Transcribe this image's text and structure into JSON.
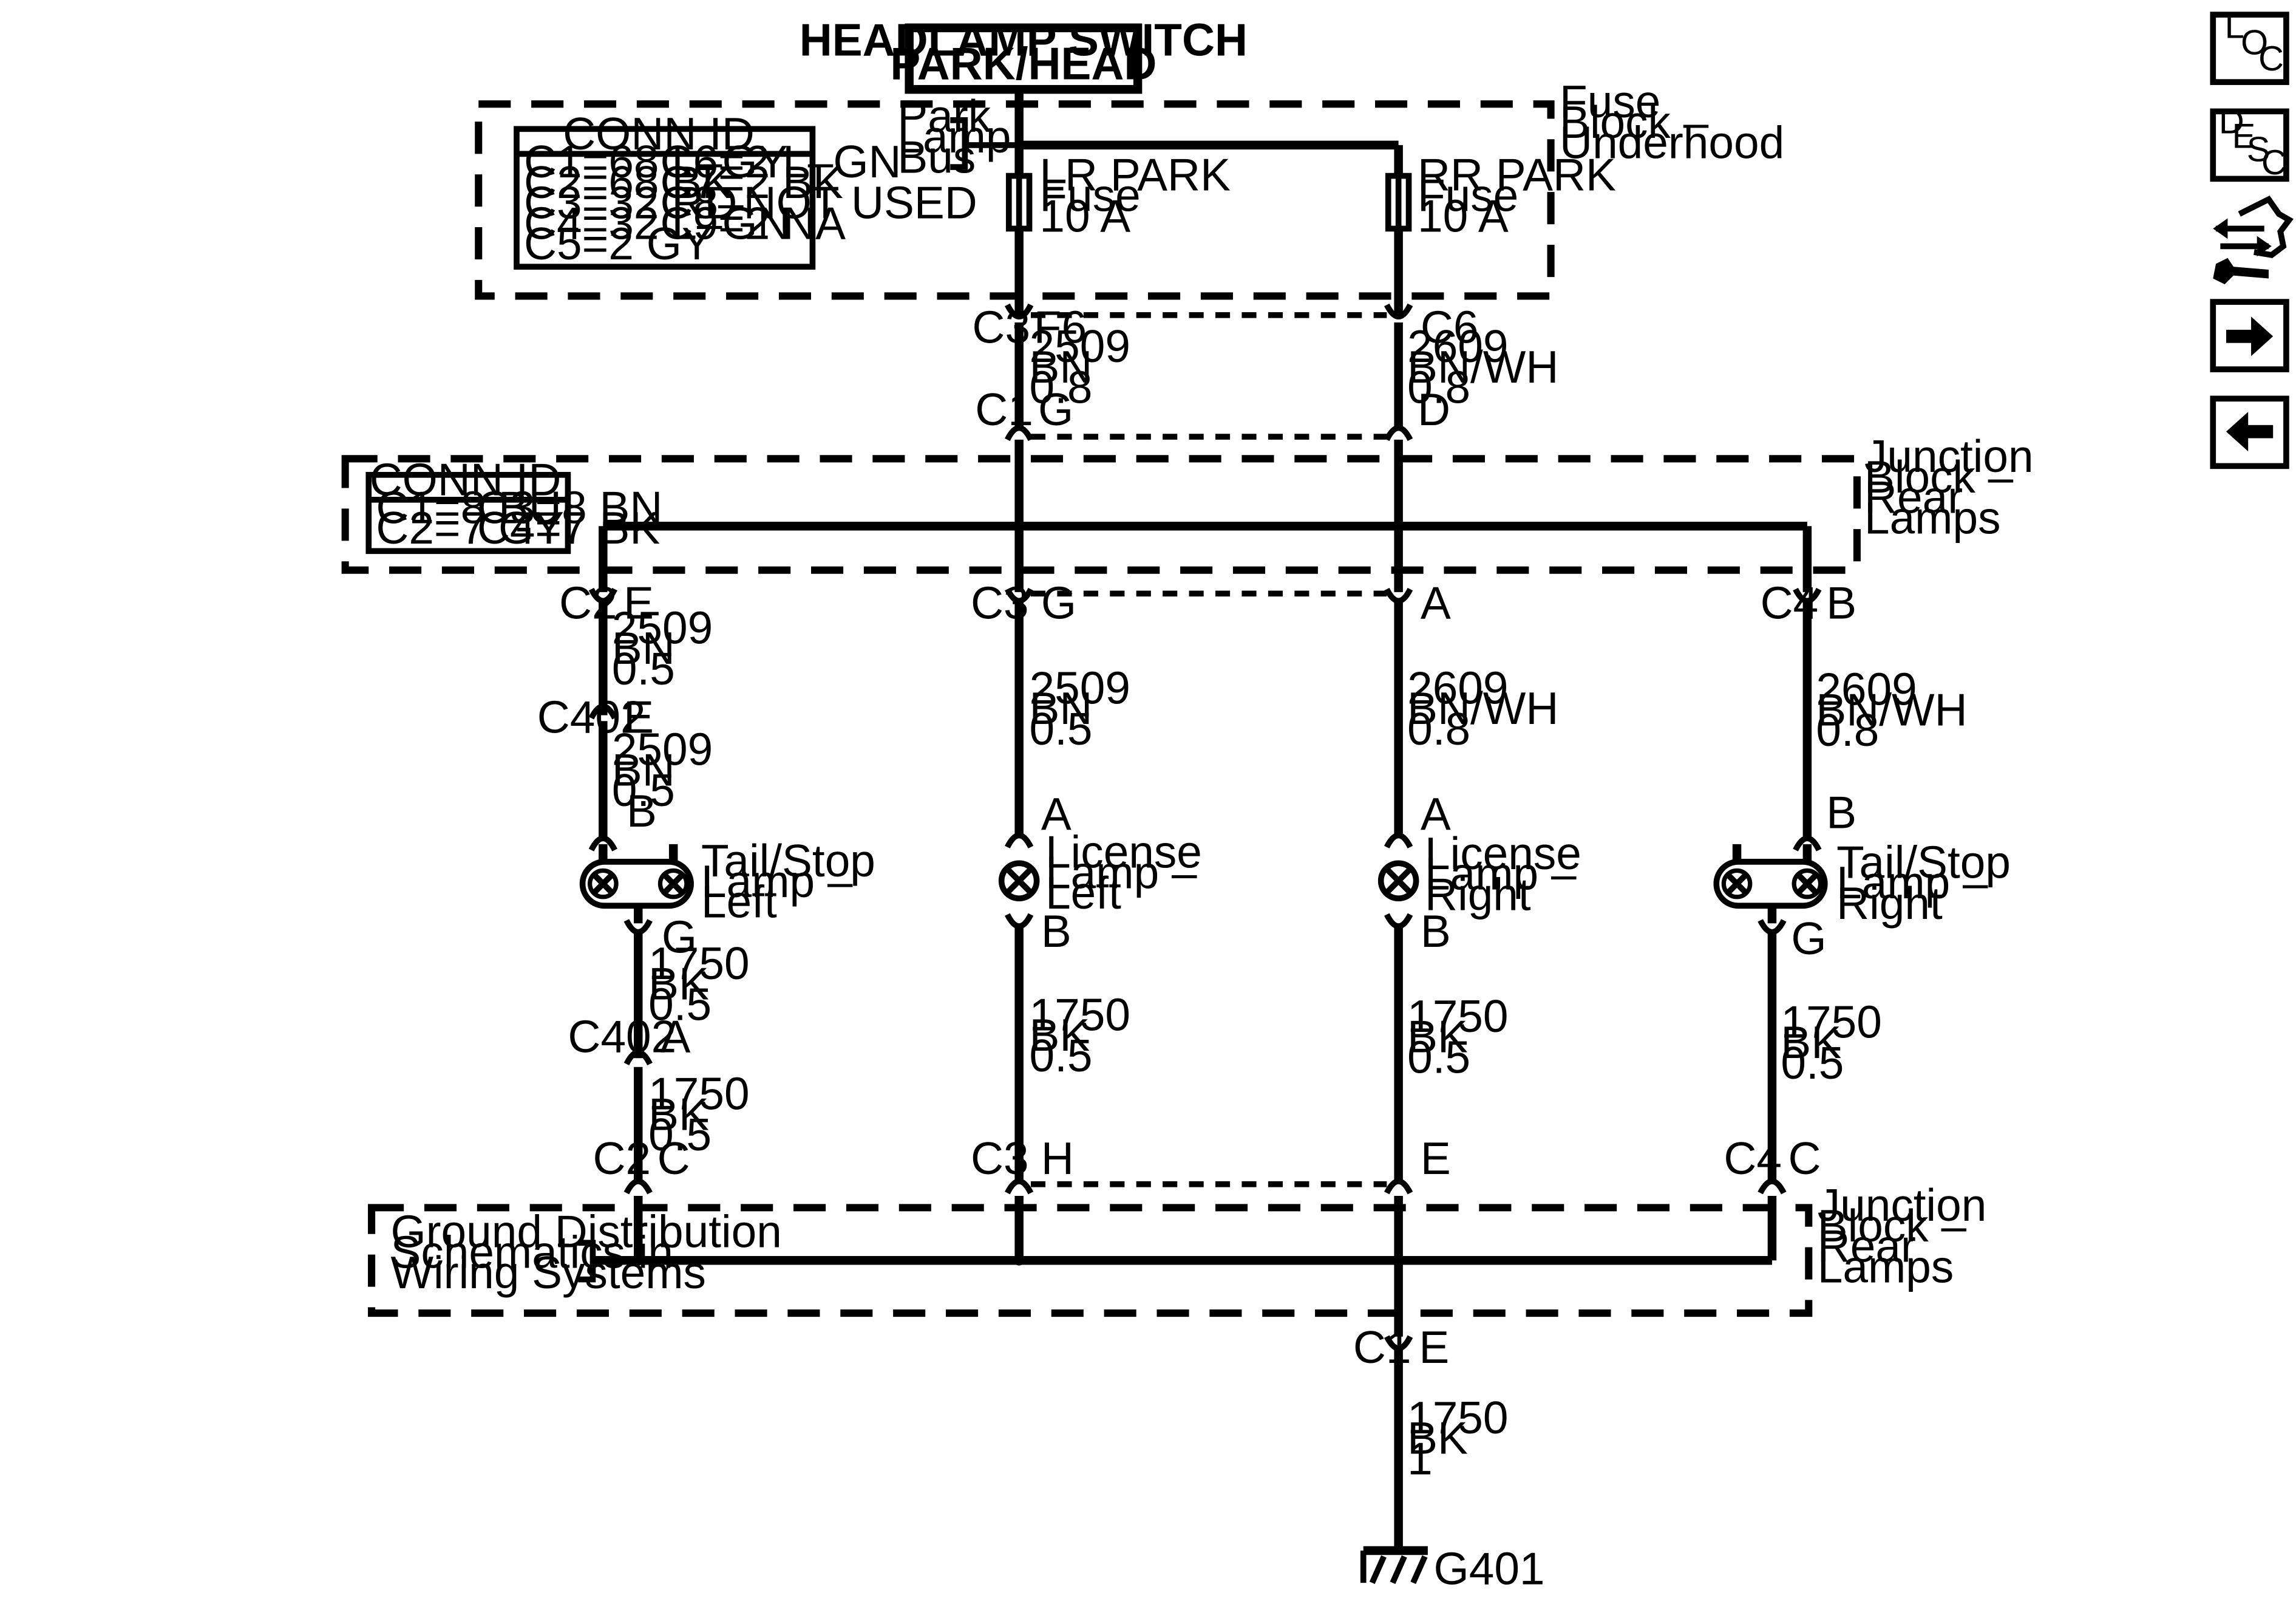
{
  "switch": {
    "line1": "HEADLAMP SWITCH",
    "line2": "PARK/HEAD"
  },
  "fuse_block": {
    "name": [
      "Fuse",
      "Block –",
      "Underhood"
    ],
    "bus": [
      "Park",
      "Lamp",
      "Bus"
    ],
    "conn_title": "CONN ID",
    "conn_rows": [
      [
        "C1=68 L–GY",
        "C6=2 L–GN"
      ],
      [
        "C2=68 BK",
        "C7=2 BK"
      ],
      [
        "C3=32 RD",
        "C8–NOT USED"
      ],
      [
        "C4=32 L–GN",
        "C9=2 NA"
      ],
      [
        "C5=2 GY",
        ""
      ]
    ],
    "lr_fuse": [
      "LR PARK",
      "Fuse",
      "10 A"
    ],
    "rr_fuse": [
      "RR PARK",
      "Fuse",
      "10 A"
    ]
  },
  "upper_conn": {
    "c3": "C3",
    "f6": "F6",
    "c6": "C6",
    "c1": "C1",
    "g": "G",
    "d": "D",
    "left_wire": [
      "2509",
      "BN",
      "0.8"
    ],
    "right_wire": [
      "2609",
      "BN/WH",
      "0.8"
    ]
  },
  "jb_top": {
    "name": [
      "Junction",
      "Block –",
      "Rear",
      "Lamps"
    ],
    "conn_title": "CONN ID",
    "conn_rows": [
      [
        "C1=8 BU",
        "C3=8 BN"
      ],
      [
        "C2=7 GY",
        "C4=7 BK"
      ]
    ]
  },
  "jb_bottom": {
    "name": [
      "Junction",
      "Block –",
      "Rear",
      "Lamps"
    ],
    "ground_note": [
      "Ground Distribution",
      "Schematics in",
      "Wiring Systems"
    ]
  },
  "branch_left": {
    "c2": "C2",
    "e": "E",
    "wire_a": [
      "2509",
      "BN",
      "0.5"
    ],
    "c402": "C402",
    "e2": "E",
    "wire_b": [
      "2509",
      "BN",
      "0.5"
    ],
    "b": "B",
    "lamp": [
      "Tail/Stop",
      "Lamp –",
      "Left"
    ],
    "g": "G",
    "wire_c": [
      "1750",
      "BK",
      "0.5"
    ],
    "c402b": "C402",
    "a": "A",
    "wire_d": [
      "1750",
      "BK",
      "0.5"
    ],
    "c2b": "C2",
    "c": "C"
  },
  "branch_lic_left": {
    "c3": "C3",
    "g": "G",
    "wire_a": [
      "2509",
      "BN",
      "0.5"
    ],
    "a": "A",
    "lamp": [
      "License",
      "Lamp –",
      "Left"
    ],
    "b": "B",
    "wire_b": [
      "1750",
      "BK",
      "0.5"
    ],
    "c3b": "C3",
    "h": "H"
  },
  "branch_lic_right": {
    "a_top": "A",
    "wire_a": [
      "2609",
      "BN/WH",
      "0.8"
    ],
    "a": "A",
    "lamp": [
      "License",
      "Lamp –",
      "Right"
    ],
    "b": "B",
    "wire_b": [
      "1750",
      "BK",
      "0.5"
    ],
    "e": "E"
  },
  "branch_right": {
    "c4": "C4",
    "b_top": "B",
    "wire_a": [
      "2609",
      "BN/WH",
      "0.8"
    ],
    "b": "B",
    "lamp": [
      "Tail/Stop",
      "Lamp –",
      "Right"
    ],
    "g": "G",
    "wire_b": [
      "1750",
      "BK",
      "0.5"
    ],
    "c4b": "C4",
    "c": "C"
  },
  "ground": {
    "c1": "C1",
    "e": "E",
    "wire": [
      "1750",
      "BK",
      "1"
    ],
    "name": "G401"
  },
  "nav": {
    "loc": [
      "L",
      "O",
      "C"
    ],
    "desc": [
      "D",
      "E",
      "S",
      "C"
    ]
  }
}
